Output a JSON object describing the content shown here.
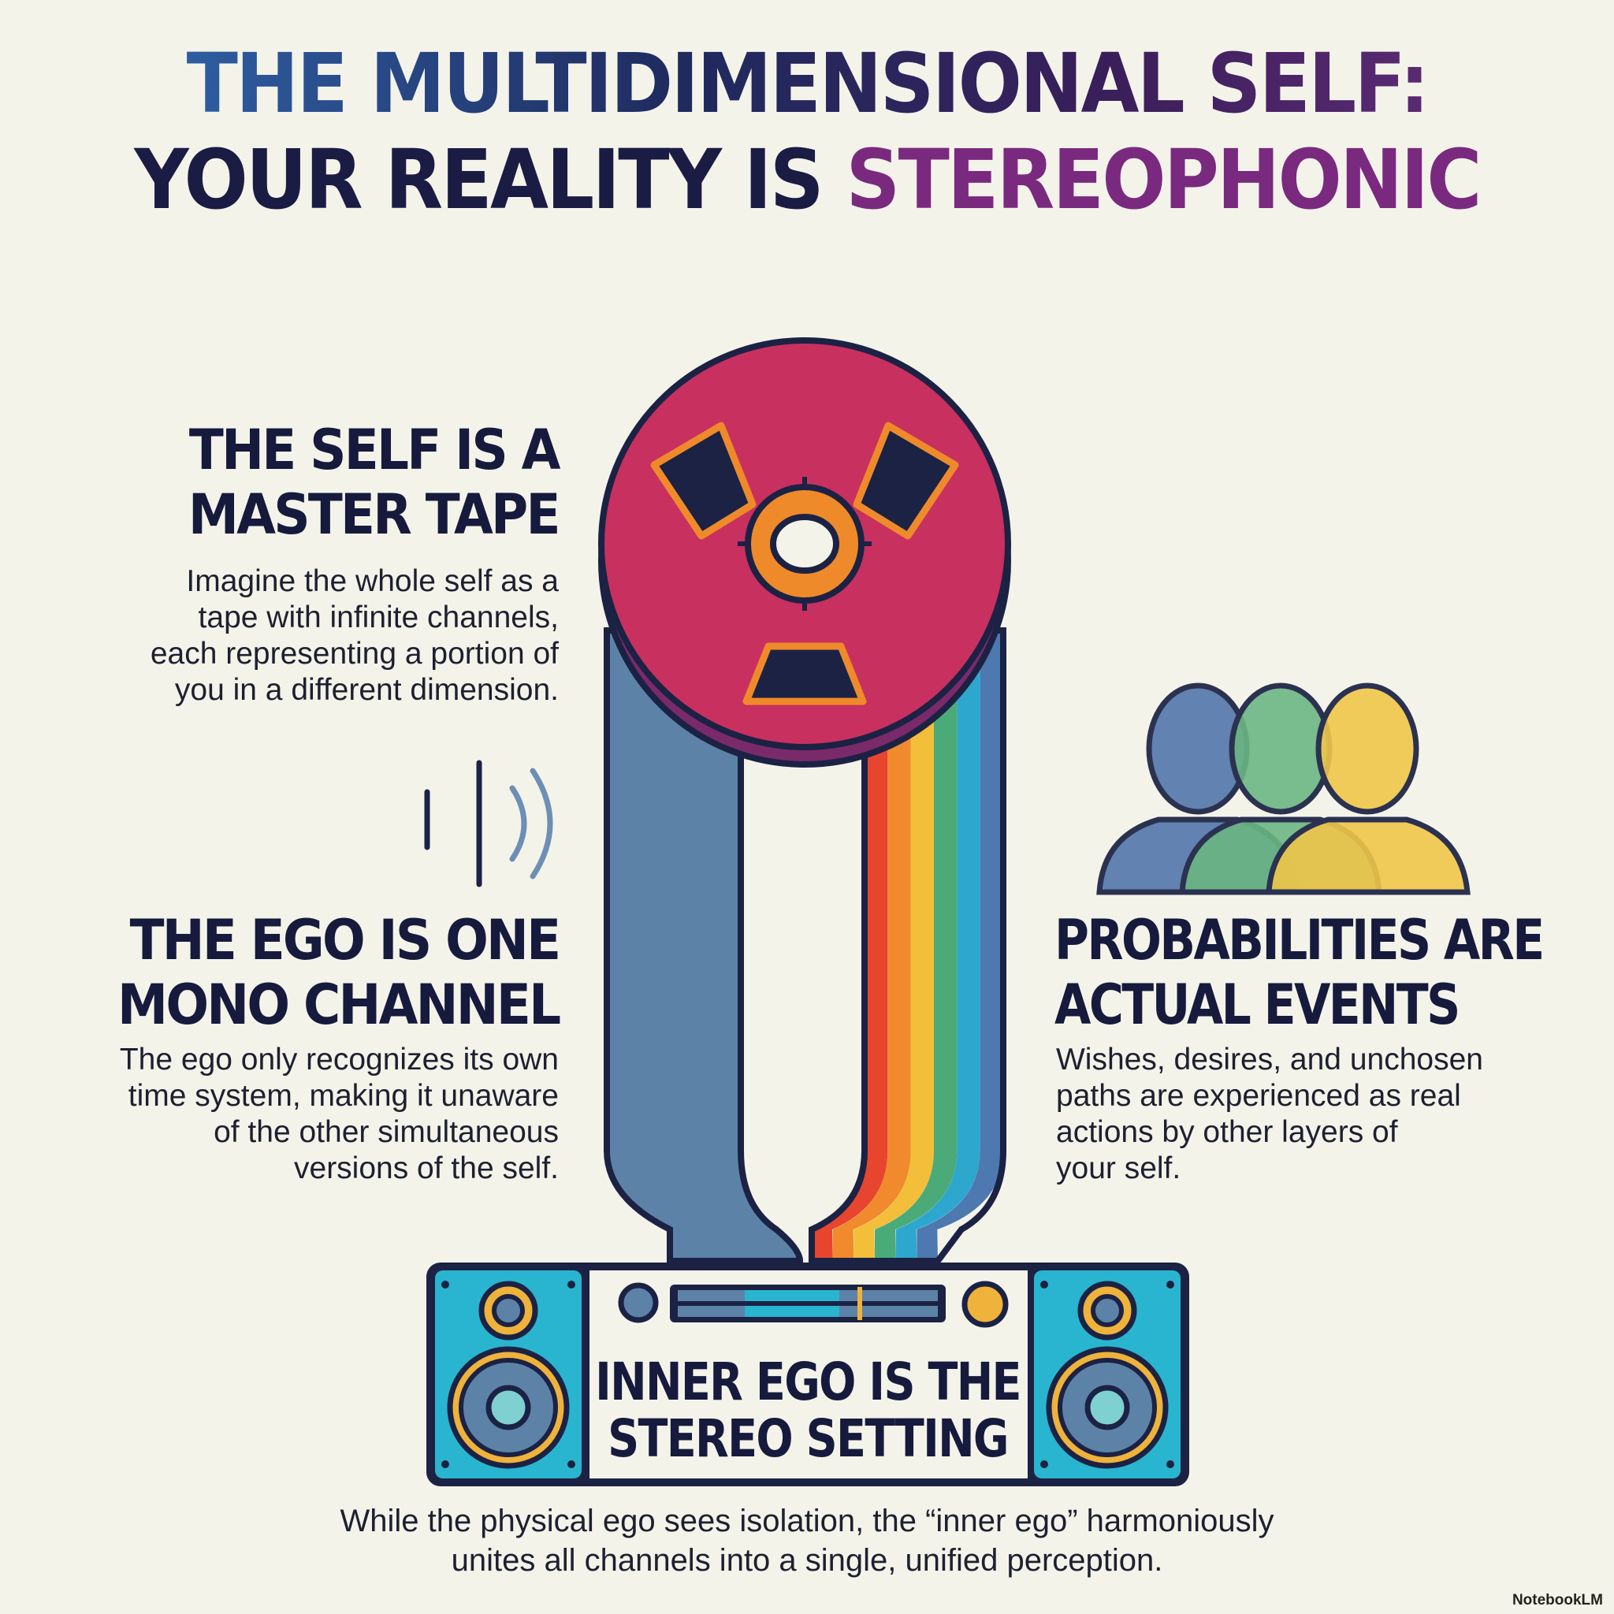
{
  "title": {
    "line1": "THE MULTIDIMENSIONAL SELF:",
    "line2_prefix": "YOUR REALITY IS",
    "line2_accent": "STEREOPHONIC"
  },
  "sections": {
    "master_tape": {
      "heading": [
        "THE SELF IS A",
        "MASTER TAPE"
      ],
      "body": [
        "Imagine the whole self as a",
        "tape with infinite channels,",
        "each representing a portion of",
        "you in a different dimension."
      ]
    },
    "ego": {
      "heading": [
        "THE EGO IS ONE",
        "MONO CHANNEL"
      ],
      "body": [
        "The ego only recognizes its own",
        "time system, making it unaware",
        "of the other simultaneous",
        "versions of the self."
      ]
    },
    "probabilities": {
      "heading": [
        "PROBABILITIES ARE",
        "ACTUAL EVENTS"
      ],
      "body": [
        "Wishes, desires, and unchosen",
        "paths are experienced as real",
        "actions by other layers of",
        "your self."
      ]
    },
    "inner_ego": {
      "heading": [
        "INNER EGO IS THE",
        "STEREO SETTING"
      ],
      "body": [
        "While the physical ego sees isolation, the “inner ego” harmoniously",
        "unites all channels into a single, unified perception."
      ]
    }
  },
  "brand": "NotebookLM",
  "colors": {
    "background": "#f4f3ea",
    "reel": "#c8305f",
    "reel_accent": "#ef8a2a",
    "tape_mono": "#5d82a8",
    "speaker": "#29b5cf",
    "rainbow": [
      "#e8452f",
      "#f08a2c",
      "#f3be3a",
      "#4aab78",
      "#2ea7cf",
      "#4d78b0"
    ],
    "people": [
      "#5679ad",
      "#5fb07a",
      "#efc23d"
    ]
  },
  "icons": [
    "tape-reel-icon",
    "sound-wave-icon",
    "people-layers-icon",
    "stereo-speaker-icon"
  ]
}
